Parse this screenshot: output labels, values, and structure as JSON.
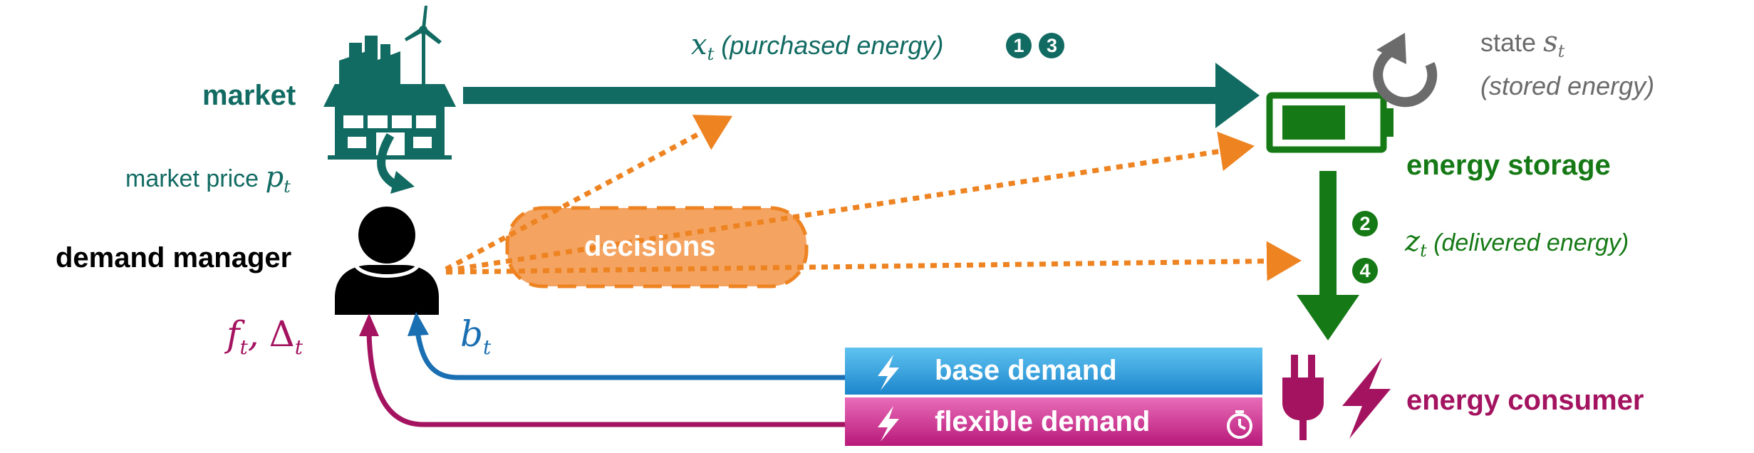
{
  "market": {
    "label": "market",
    "price_label": "market price",
    "price_symbol": "p",
    "price_sub": "t"
  },
  "manager": {
    "label": "demand manager"
  },
  "decisions": {
    "label": "decisions"
  },
  "purchase": {
    "symbol": "x",
    "sub": "t",
    "desc": "(purchased energy)",
    "steps": [
      "1",
      "3"
    ]
  },
  "storage": {
    "label": "energy storage",
    "state_word": "state",
    "state_symbol": "s",
    "state_sub": "t",
    "state_desc": "(stored energy)"
  },
  "delivery": {
    "symbol": "z",
    "sub": "t",
    "desc": "(delivered energy)",
    "steps": [
      "2",
      "4"
    ]
  },
  "consumer": {
    "label": "energy consumer"
  },
  "base_demand": {
    "label": "base demand",
    "symbol": "b",
    "sub": "t"
  },
  "flexible_demand": {
    "label": "flexible demand",
    "symbol_f": "f",
    "sub_f": "t",
    "sep": ",",
    "symbol_delta": "Δ",
    "sub_delta": "t"
  },
  "colors": {
    "teal": "#116b62",
    "green": "#157a16",
    "orange": "#ee8322",
    "purple": "#a3135f",
    "blue": "#1a6fb3",
    "gray": "#6b6b6b"
  },
  "icons": [
    "factory-icon",
    "wind-turbine-icon",
    "person-icon",
    "battery-icon",
    "refresh-icon",
    "plug-icon",
    "lightning-icon",
    "timer-icon"
  ]
}
